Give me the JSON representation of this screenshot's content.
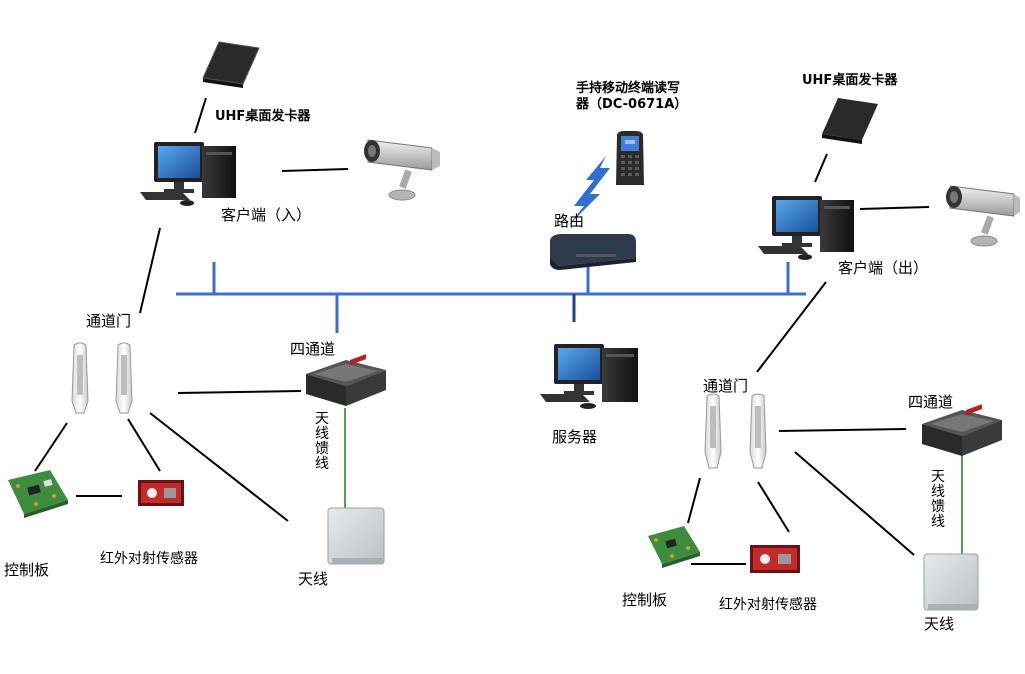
{
  "colors": {
    "network_bus": "#3b6fd6",
    "feeder_line": "#4aa84a",
    "connector": "#000000",
    "device_dark": "#2a2a2a",
    "monitor_blue": "#1f6fc2",
    "reader_red": "#b22222",
    "panel_green": "#3e8d3e",
    "signal_blue": "#2f6fd0"
  },
  "labels": {
    "uhf_left": "UHF桌面发卡器",
    "client_in": "客户端（入）",
    "handheld_line1": "手持移动终端读写",
    "handheld_line2": "器（DC-0671A）",
    "router": "路由",
    "uhf_right": "UHF桌面发卡器",
    "client_out": "客户端（出）",
    "gate_left": "通道门",
    "four_channel_left": "四通道",
    "feeder_left": "天线馈线",
    "server": "服务器",
    "gate_right": "通道门",
    "four_channel_right": "四通道",
    "feeder_right": "天线馈线",
    "control_left": "控制板",
    "ir_left": "红外对射传感器",
    "antenna_left": "天线",
    "control_right": "控制板",
    "ir_right": "红外对射传感器",
    "antenna_right": "天线"
  },
  "icons": [
    "uhf-card-issuer-icon",
    "pc-icon",
    "camera-icon",
    "handheld-terminal-icon",
    "router-icon",
    "server-icon",
    "gate-icon",
    "rfid-reader-icon",
    "antenna-icon",
    "control-board-icon",
    "ir-sensor-icon"
  ]
}
